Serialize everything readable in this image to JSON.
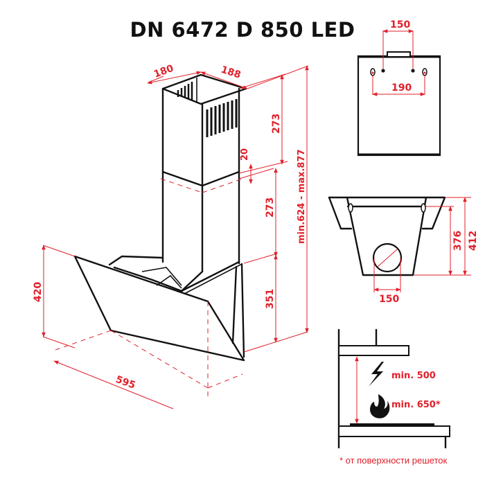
{
  "header": {
    "title": "DN 6472 D 850 LED"
  },
  "colors": {
    "dimension": "#e0202a",
    "outline": "#111111",
    "background": "#ffffff"
  },
  "main_view": {
    "dimensions": {
      "chimney_depth": "180",
      "chimney_width": "188",
      "upper_chimney_height": "273",
      "overlap": "20",
      "lower_chimney_height": "273",
      "body_height": "351",
      "total_height": "min.624 - max.877",
      "glass_height": "420",
      "width": "595"
    }
  },
  "back_view": {
    "dimensions": {
      "top_spacing": "150",
      "mount_spacing": "190"
    }
  },
  "top_view": {
    "dimensions": {
      "outlet_diameter": "150",
      "depth_inner": "376",
      "depth_total": "412"
    }
  },
  "installation_view": {
    "icons": [
      "electric-lightning-icon",
      "gas-flame-icon"
    ],
    "electric_min": "min. 500",
    "gas_min": "min. 650*",
    "footnote": "* от поверхности решеток"
  }
}
